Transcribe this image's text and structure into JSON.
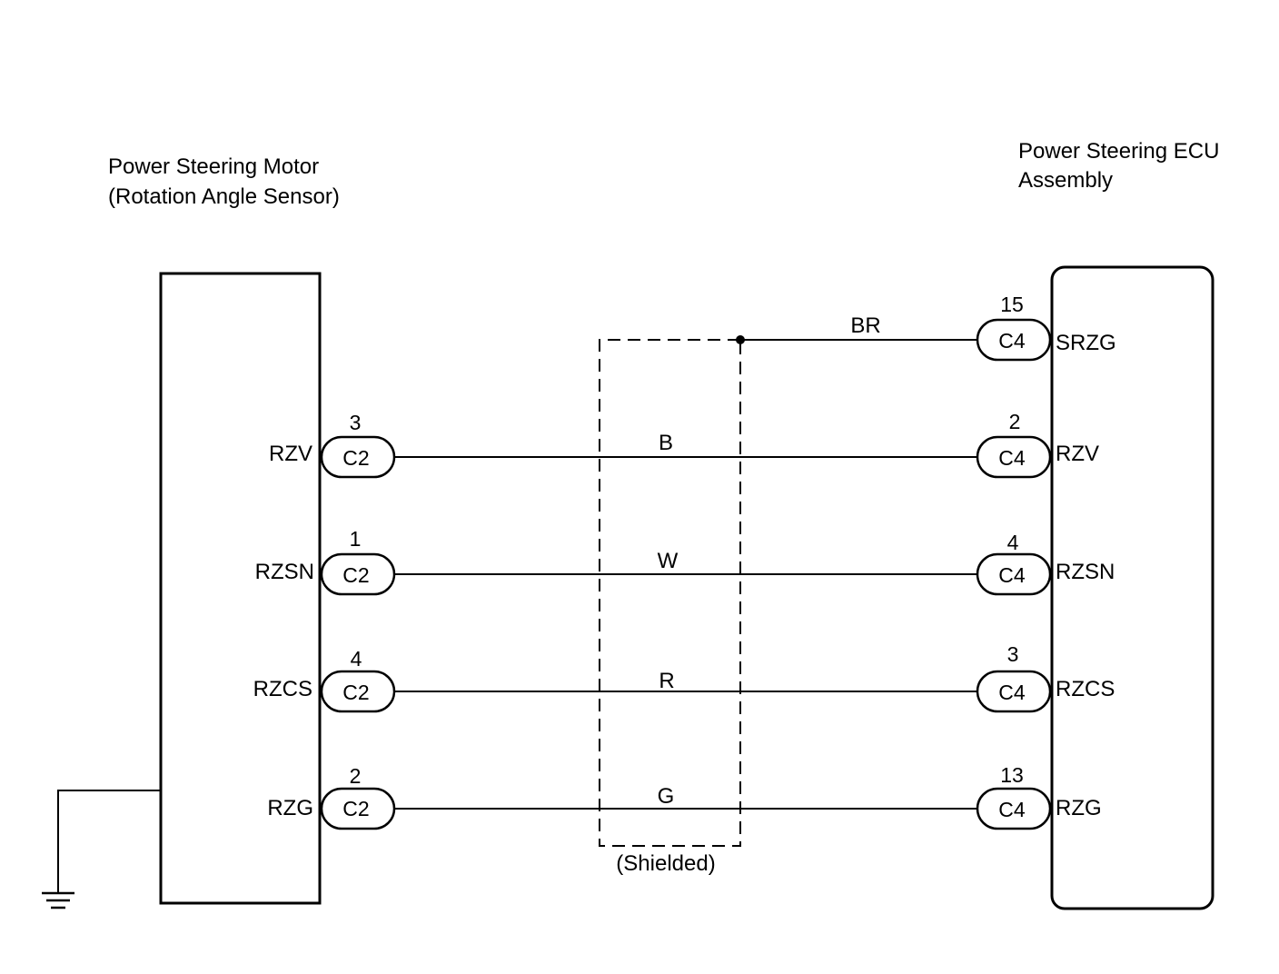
{
  "left_component": {
    "title_line1": "Power Steering Motor",
    "title_line2": "(Rotation Angle Sensor)",
    "connector": "C2"
  },
  "right_component": {
    "title_line1": "Power Steering ECU",
    "title_line2": "Assembly",
    "connector": "C4"
  },
  "shield": {
    "label": "(Shielded)"
  },
  "wires": [
    {
      "color": "BR",
      "left_signal": "",
      "left_pin": "",
      "left_connector": "",
      "right_pin": "15",
      "right_connector": "C4",
      "right_signal": "SRZG"
    },
    {
      "color": "B",
      "left_signal": "RZV",
      "left_pin": "3",
      "left_connector": "C2",
      "right_pin": "2",
      "right_connector": "C4",
      "right_signal": "RZV"
    },
    {
      "color": "W",
      "left_signal": "RZSN",
      "left_pin": "1",
      "left_connector": "C2",
      "right_pin": "4",
      "right_connector": "C4",
      "right_signal": "RZSN"
    },
    {
      "color": "R",
      "left_signal": "RZCS",
      "left_pin": "4",
      "left_connector": "C2",
      "right_pin": "3",
      "right_connector": "C4",
      "right_signal": "RZCS"
    },
    {
      "color": "G",
      "left_signal": "RZG",
      "left_pin": "2",
      "left_connector": "C2",
      "right_pin": "13",
      "right_connector": "C4",
      "right_signal": "RZG"
    }
  ],
  "ground": {
    "icon": "ground-icon"
  }
}
